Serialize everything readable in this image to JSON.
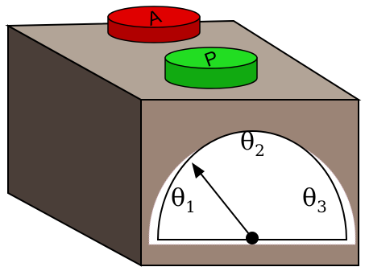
{
  "buttons": {
    "red": {
      "label": "A",
      "color": "#e00000",
      "side_color": "#b00000"
    },
    "green": {
      "label": "P",
      "color": "#22dd22",
      "side_color": "#11aa11"
    }
  },
  "box": {
    "top_color": "#b2a497",
    "front_color": "#9b8476",
    "left_color": "#4a3e38"
  },
  "dial": {
    "labels": [
      {
        "base": "θ",
        "sub": "1"
      },
      {
        "base": "θ",
        "sub": "2"
      },
      {
        "base": "θ",
        "sub": "3"
      }
    ],
    "face_color": "#ffffff",
    "needle_color": "#000000",
    "pivot_color": "#000000"
  }
}
